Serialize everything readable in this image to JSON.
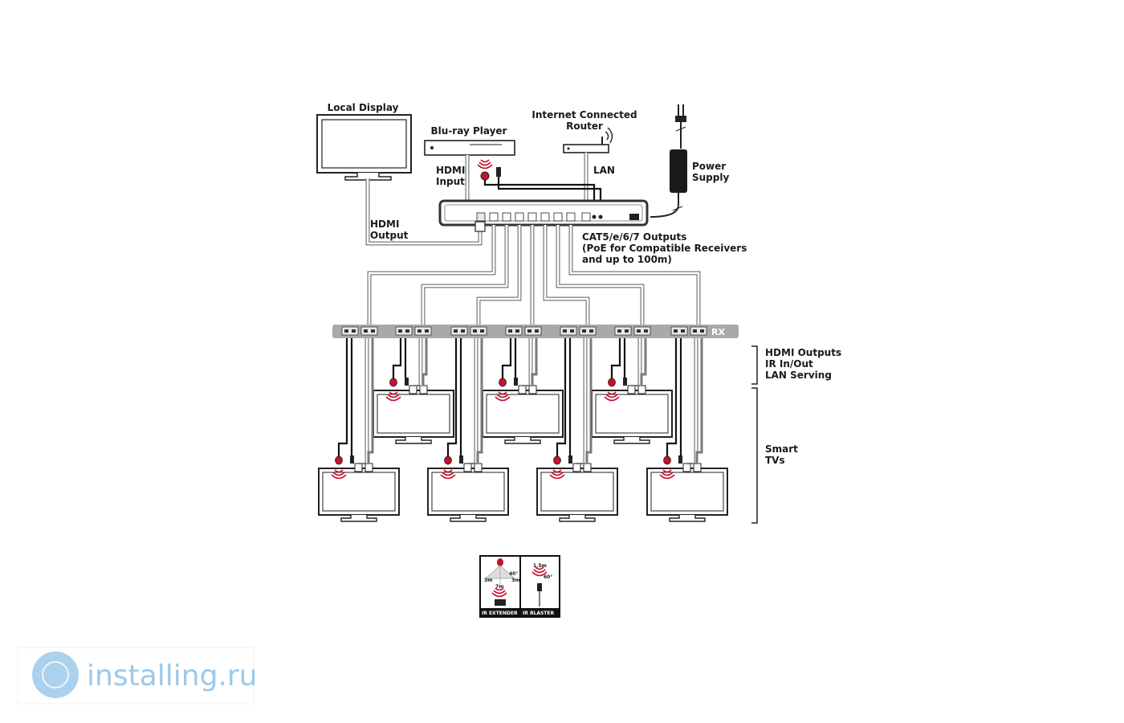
{
  "labels": {
    "local_display": "Local Display",
    "bluray": "Blu-ray Player",
    "router_line1": "Internet Connected",
    "router_line2": "Router",
    "hdmi_input_1": "HDMI",
    "hdmi_input_2": "Input",
    "lan": "LAN",
    "power_1": "Power",
    "power_2": "Supply",
    "hdmi_output_1": "HDMI",
    "hdmi_output_2": "Output",
    "cat_1": "CAT5/e/6/7 Outputs",
    "cat_2": "(PoE for Compatible Receivers",
    "cat_3": "and up to 100m)",
    "rx": "RX",
    "bracket1_1": "HDMI Outputs",
    "bracket1_2": "IR In/Out",
    "bracket1_3": "LAN Serving",
    "bracket2_1": "Smart",
    "bracket2_2": "TVs"
  },
  "legend": {
    "ir_extender": "IR EXTENDER",
    "ir_blaster": "IR BLASTER",
    "d_3m_left": "3m",
    "d_3m_right": "3m",
    "d_40": "40°",
    "d_7m": "7m",
    "d_15m": "1.5m",
    "d_60": "60°"
  },
  "watermark": {
    "text": "installing.ru"
  },
  "colors": {
    "accent_red": "#c8102e",
    "cable_grey": "#7a7a7a",
    "watermark_blue": "#9cc9ea"
  }
}
